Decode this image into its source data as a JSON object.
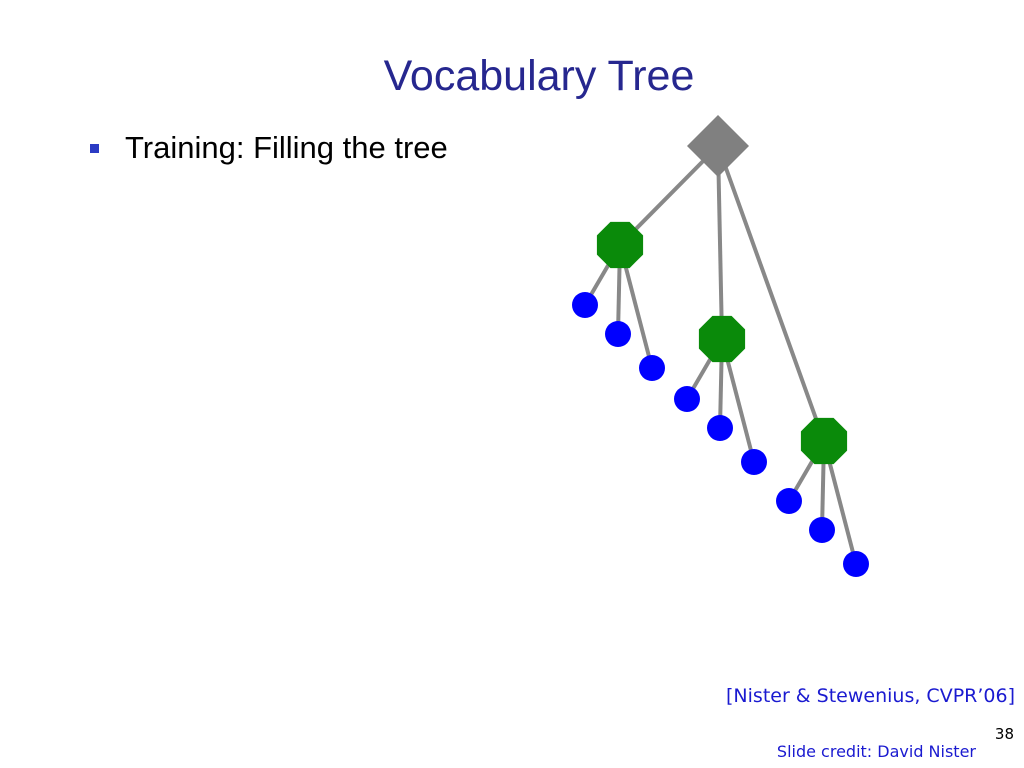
{
  "slide": {
    "title": "Vocabulary Tree",
    "bullet": "Training: Filling the tree",
    "citation": "[Nister & Stewenius, CVPR’06]",
    "page_number": "38",
    "credit": "Slide credit: David Nister"
  },
  "colors": {
    "title": "#26278f",
    "bullet_marker": "#2b3bc4",
    "root_node": "#808080",
    "inner_node": "#0a8a0a",
    "leaf_node": "#0000ff",
    "edge": "#888888",
    "citation": "#1a1ad0"
  },
  "tree": {
    "root": {
      "shape": "diamond-icon",
      "children": 3
    },
    "inner_nodes": [
      {
        "shape": "octagon-icon",
        "leaves": 3
      },
      {
        "shape": "octagon-icon",
        "leaves": 3
      },
      {
        "shape": "octagon-icon",
        "leaves": 3
      }
    ],
    "leaf_shape": "circle-icon"
  }
}
